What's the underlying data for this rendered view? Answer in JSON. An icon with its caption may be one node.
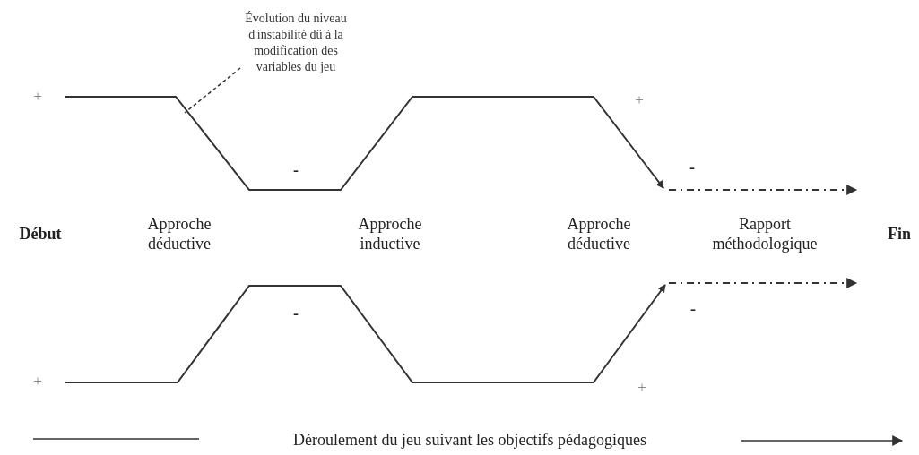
{
  "diagram": {
    "nodes": [
      {
        "text": [
          "Évolution du niveau d'instabilité dû à la modification des variables du jeu"
        ]
      },
      {
        "text": [],
        "shape": "line"
      }
    ],
    "edges": [
      {
        "from": 0,
        "to": 1,
        "arrow": "none",
        "style": "dashed"
      }
    ],
    "labels": [
      "+",
      "-",
      "+",
      "-",
      "Début",
      "Approche déductive",
      "Approche inductive",
      "Approche déductive",
      "Rapport méthodologique",
      "Fin",
      "-",
      "-",
      "+",
      "+",
      "Déroulement du jeu suivant les objectifs pédagogiques"
    ]
  }
}
